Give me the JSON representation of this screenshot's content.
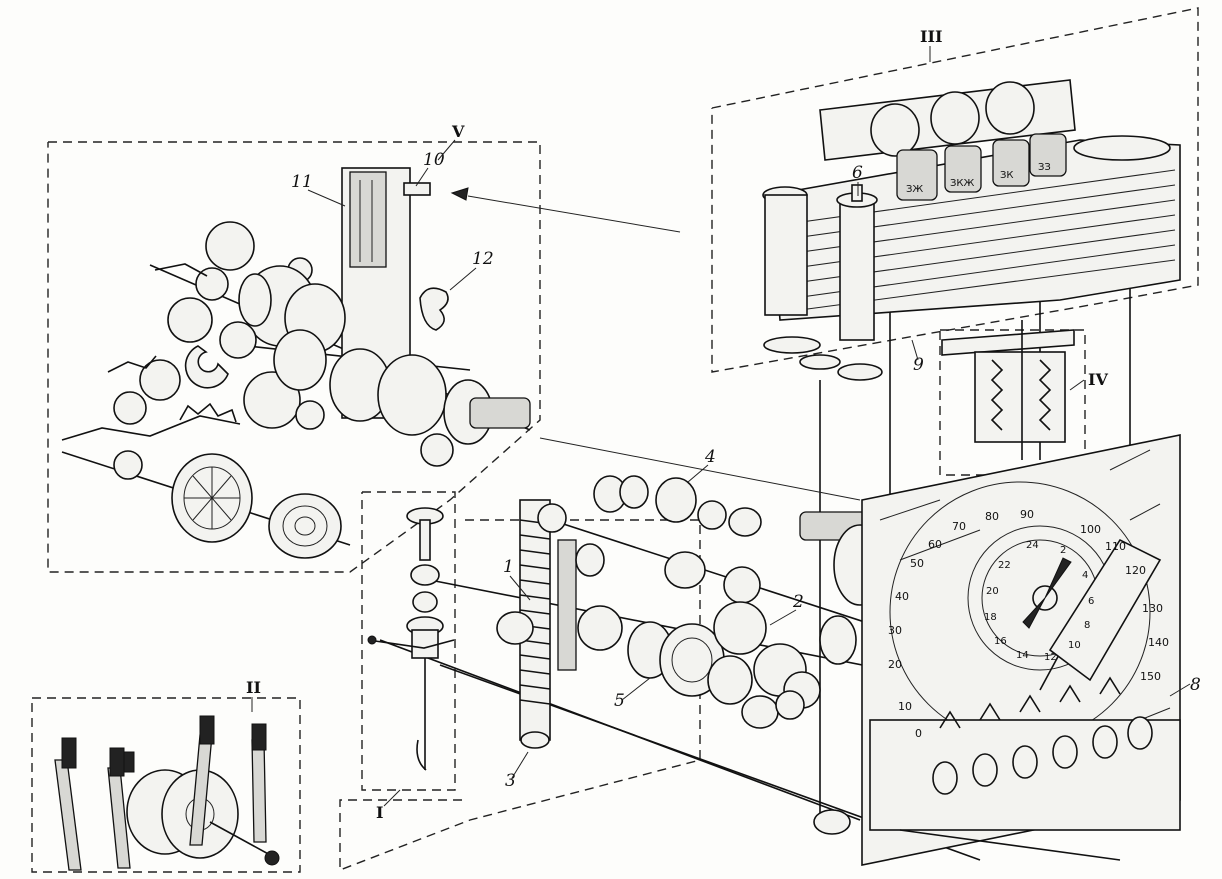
{
  "group_labels": {
    "I": "I",
    "II": "II",
    "III": "III",
    "IV": "IV",
    "V": "V"
  },
  "part_labels": [
    "1",
    "2",
    "3",
    "4",
    "5",
    "6",
    "8",
    "9",
    "10",
    "11",
    "12"
  ],
  "tape_labels": [
    "ЗЖ",
    "ЗКЖ",
    "ЗК",
    "ЗЗ"
  ],
  "dial_outer_scale": [
    "0",
    "10",
    "20",
    "30",
    "40",
    "50",
    "60",
    "70",
    "80",
    "90",
    "100",
    "110",
    "120",
    "130",
    "140",
    "150"
  ],
  "dial_inner_scale": [
    "2",
    "4",
    "6",
    "8",
    "10",
    "12",
    "14",
    "16",
    "18",
    "20",
    "22",
    "24"
  ]
}
